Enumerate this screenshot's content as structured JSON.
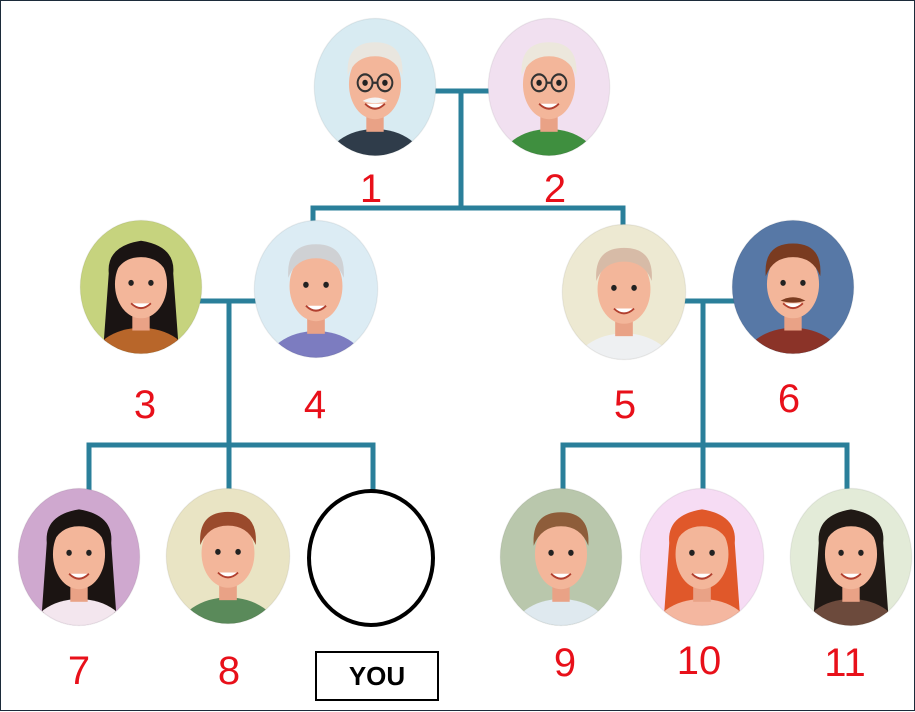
{
  "colors": {
    "connector": "#2a7f9a",
    "number": "#e8101a"
  },
  "members": [
    {
      "number": "1",
      "portrait": "grandfather-icon",
      "bg": "#d8ebf2"
    },
    {
      "number": "2",
      "portrait": "grandmother-icon",
      "bg": "#f1e0f0"
    },
    {
      "number": "3",
      "portrait": "woman-dark-hair-icon",
      "bg": "#c6d37e"
    },
    {
      "number": "4",
      "portrait": "man-grey-hair-icon",
      "bg": "#dcecf4"
    },
    {
      "number": "5",
      "portrait": "woman-bob-hair-icon",
      "bg": "#ede9d2"
    },
    {
      "number": "6",
      "portrait": "man-mustache-icon",
      "bg": "#5778a6"
    },
    {
      "number": "7",
      "portrait": "girl-dark-hair-icon",
      "bg": "#cfa8cf"
    },
    {
      "number": "8",
      "portrait": "man-red-hair-icon",
      "bg": "#e9e4c4"
    },
    {
      "number": "9",
      "portrait": "boy-icon",
      "bg": "#b9c7ac"
    },
    {
      "number": "10",
      "portrait": "girl-red-hair-icon",
      "bg": "#f6dcf4"
    },
    {
      "number": "11",
      "portrait": "woman-curly-hair-icon",
      "bg": "#e3ebd8"
    }
  ],
  "you_label": "YOU"
}
